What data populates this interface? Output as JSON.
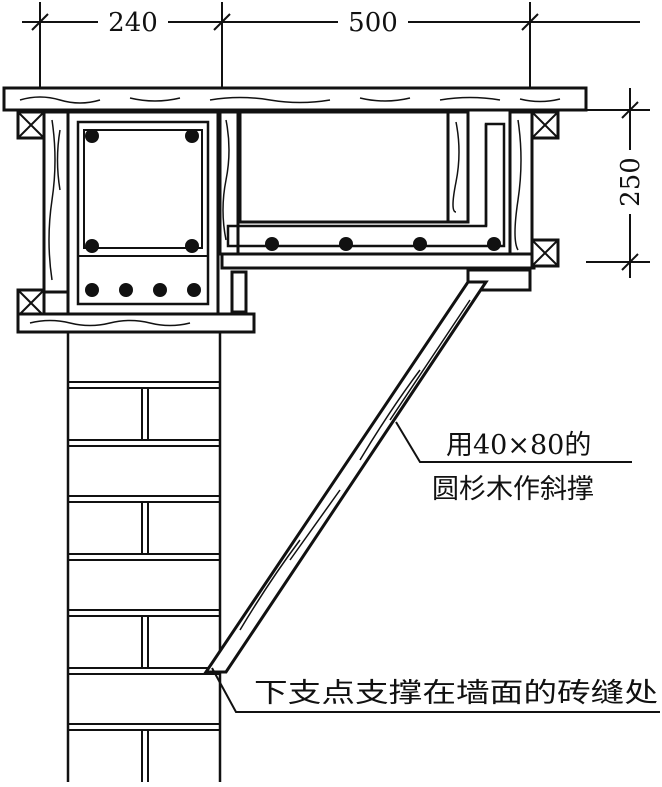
{
  "dimensions": {
    "width_left": "240",
    "width_right": "500",
    "height_right": "250"
  },
  "annotations": {
    "brace_line1": "用40×80的",
    "brace_line2": "圆杉木作斜撑",
    "lower_support": "下支点支撑在墙面的砖缝处"
  },
  "colors": {
    "ink": "#111111",
    "paper": "#ffffff"
  }
}
